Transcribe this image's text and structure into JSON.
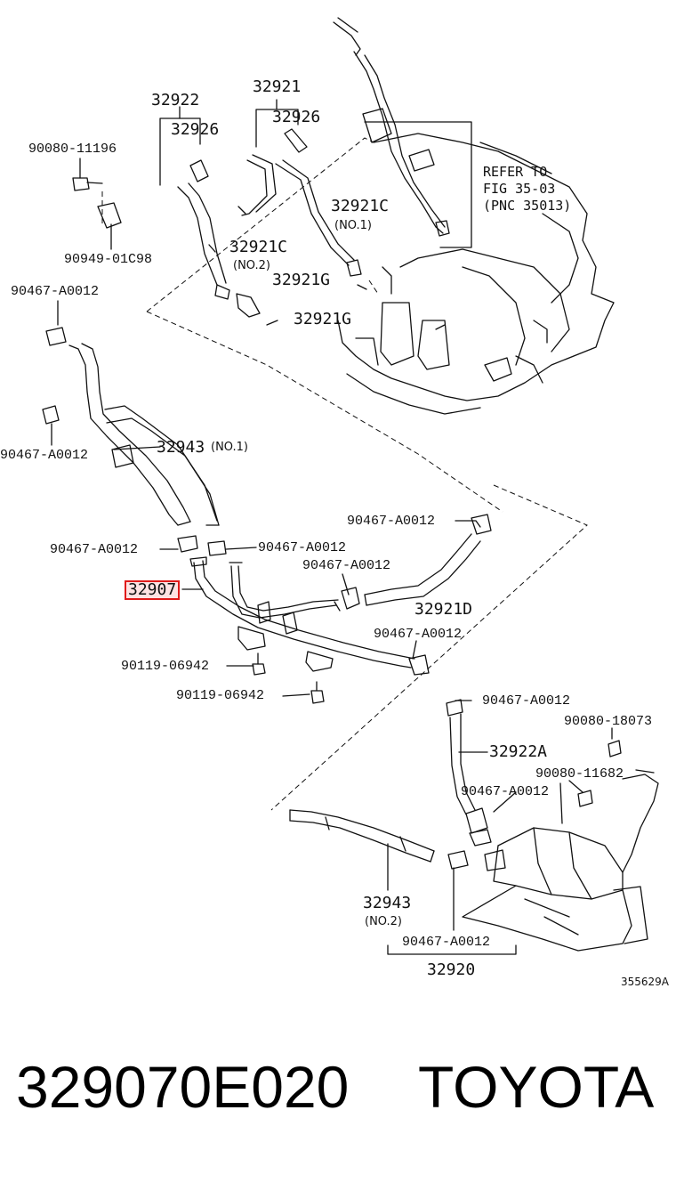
{
  "labels": {
    "l32922": "32922",
    "l32926a": "32926",
    "l32921": "32921",
    "l32926b": "32926",
    "l90080_11196": "90080-11196",
    "l90949": "90949-01C98",
    "l32921c": "32921C",
    "l32921c_no": "(NO.1)",
    "l32921c2": "32921C",
    "l32921c2_no": "(NO.2)",
    "l32921g_a": "32921G",
    "l32921g_b": "32921G",
    "l90467_a": "90467-A0012",
    "l90467_b": "90467-A0012",
    "l32943": "32943",
    "l32943_no": "(NO.1)",
    "l90467_c": "90467-A0012",
    "l90467_d": "90467-A0012",
    "l90467_e": "90467-A0012",
    "l90467_f": "90467-A0012",
    "l32907": "32907",
    "l32921d": "32921D",
    "l90467_g": "90467-A0012",
    "l90119_a": "90119-06942",
    "l90119_b": "90119-06942",
    "l90467_h": "90467-A0012",
    "l90080_18073": "90080-18073",
    "l32922a": "32922A",
    "l90080_11682": "90080-11682",
    "l90467_i": "90467-A0012",
    "l32943b": "32943",
    "l32943b_no": "(NO.2)",
    "l90467_j": "90467-A0012",
    "l32920": "32920"
  },
  "refer_note": "REFER TO\nFIG 35-03\n(PNC 35013)",
  "diagram_code": "355629A",
  "footer": {
    "part_number": "329070E020",
    "brand": "TOYOTA"
  },
  "highlight_color": "#e01a1a"
}
